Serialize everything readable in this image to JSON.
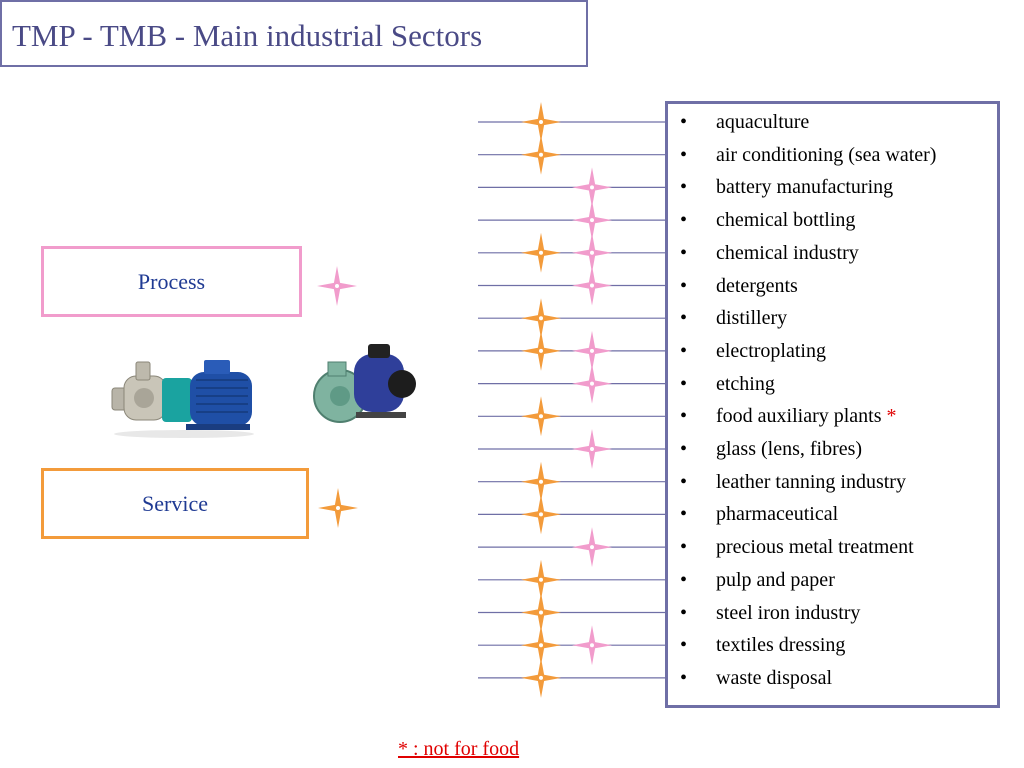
{
  "title": "TMP - TMB - Main industrial Sectors",
  "legend": {
    "process": {
      "label": "Process",
      "color": "#f19ccc"
    },
    "service": {
      "label": "Service",
      "color": "#f39b3b"
    }
  },
  "bullet": "•",
  "sectors": [
    {
      "label": "aquaculture",
      "service": true,
      "process": false
    },
    {
      "label": "air conditioning (sea water)",
      "service": true,
      "process": false
    },
    {
      "label": "battery manufacturing",
      "service": false,
      "process": true
    },
    {
      "label": "chemical bottling",
      "service": false,
      "process": true
    },
    {
      "label": "chemical industry",
      "service": true,
      "process": true
    },
    {
      "label": "detergents",
      "service": false,
      "process": true
    },
    {
      "label": "distillery",
      "service": true,
      "process": false
    },
    {
      "label": "electroplating",
      "service": true,
      "process": true
    },
    {
      "label": "etching",
      "service": false,
      "process": true
    },
    {
      "label": "food auxiliary plants",
      "note": "*",
      "service": true,
      "process": false
    },
    {
      "label": "glass (lens, fibres)",
      "service": false,
      "process": true
    },
    {
      "label": "leather tanning industry",
      "service": true,
      "process": false
    },
    {
      "label": "pharmaceutical",
      "service": true,
      "process": false
    },
    {
      "label": "precious metal treatment",
      "service": false,
      "process": true
    },
    {
      "label": "pulp and paper",
      "service": true,
      "process": false
    },
    {
      "label": "steel  iron industry",
      "service": true,
      "process": false
    },
    {
      "label": "textiles dressing",
      "service": true,
      "process": true
    },
    {
      "label": "waste disposal",
      "service": true,
      "process": false
    }
  ],
  "footnote": "* : not for food",
  "colors": {
    "frame": "#6f6fa6",
    "line": "#6f6fa6",
    "title": "#4a4a86",
    "note": "#e00000"
  }
}
